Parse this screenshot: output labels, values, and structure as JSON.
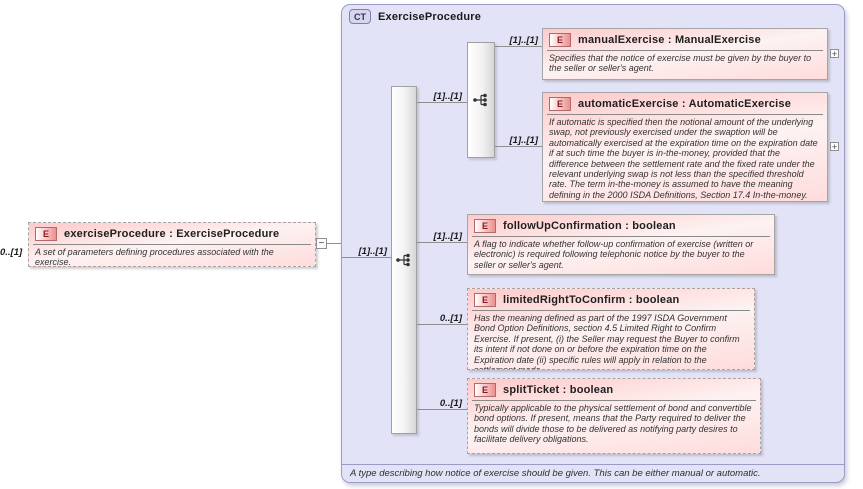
{
  "colors": {
    "panel_fill": "#e3e3f8",
    "panel_border": "#9b9bc8",
    "element_fill": "#ffd6d6",
    "element_border": "#a5a5a5",
    "badge_text": "#8f1a1a",
    "connector_line": "#8f8f8f"
  },
  "root_element": {
    "cardinality": "0..[1]",
    "kind_badge": "E",
    "title": "exerciseProcedure : ExerciseProcedure",
    "description": "A set of parameters defining procedures associated with the exercise.",
    "collapse_glyph": "−"
  },
  "complex_type": {
    "kind_badge": "CT",
    "title": "ExerciseProcedure",
    "footer_note": "A type describing how notice of exercise should be given. This can be either manual or automatic."
  },
  "sequence": {
    "cardinality": "[1]..[1]"
  },
  "choice": {
    "cardinality": "[1]..[1]"
  },
  "children": [
    {
      "cardinality": "[1]..[1]",
      "kind_badge": "E",
      "title": "manualExercise : ManualExercise",
      "description": "Specifies that the notice of exercise must be given by the buyer to the seller or seller's agent.",
      "expand_glyph": "+"
    },
    {
      "cardinality": "[1]..[1]",
      "kind_badge": "E",
      "title": "automaticExercise : AutomaticExercise",
      "description": "If automatic is specified then the notional amount of the underlying swap, not previously exercised under the swaption will be automatically exercised at the expiration time on the expiration date if at such time the buyer is in-the-money, provided that the difference between the settlement rate and the fixed rate under the relevant underlying swap is not less than the specified threshold rate. The term in-the-money is assumed to have the meaning defining in the 2000 ISDA Definitions, Section 17.4 In-the-money.",
      "expand_glyph": "+"
    },
    {
      "cardinality": "[1]..[1]",
      "kind_badge": "E",
      "title": "followUpConfirmation : boolean",
      "description": "A flag to indicate whether follow-up confirmation of exercise (written or electronic) is required following telephonic notice by the buyer to the seller or seller's agent."
    },
    {
      "cardinality": "0..[1]",
      "kind_badge": "E",
      "title": "limitedRightToConfirm : boolean",
      "description": "Has the meaning defined as part of the 1997 ISDA Government Bond Option Definitions, section 4.5 Limited Right to Confirm Exercise. If present, (i) the Seller may request the Buyer to confirm its intent if not done on or before the expiration time on the Expiration date (ii) specific rules will apply in relation to the settlement mode."
    },
    {
      "cardinality": "0..[1]",
      "kind_badge": "E",
      "title": "splitTicket : boolean",
      "description": "Typically applicable to the physical settlement of bond and convertible bond options. If present, means that the Party required to deliver the bonds will divide those to be delivered as notifying party desires to facilitate delivery obligations."
    }
  ]
}
